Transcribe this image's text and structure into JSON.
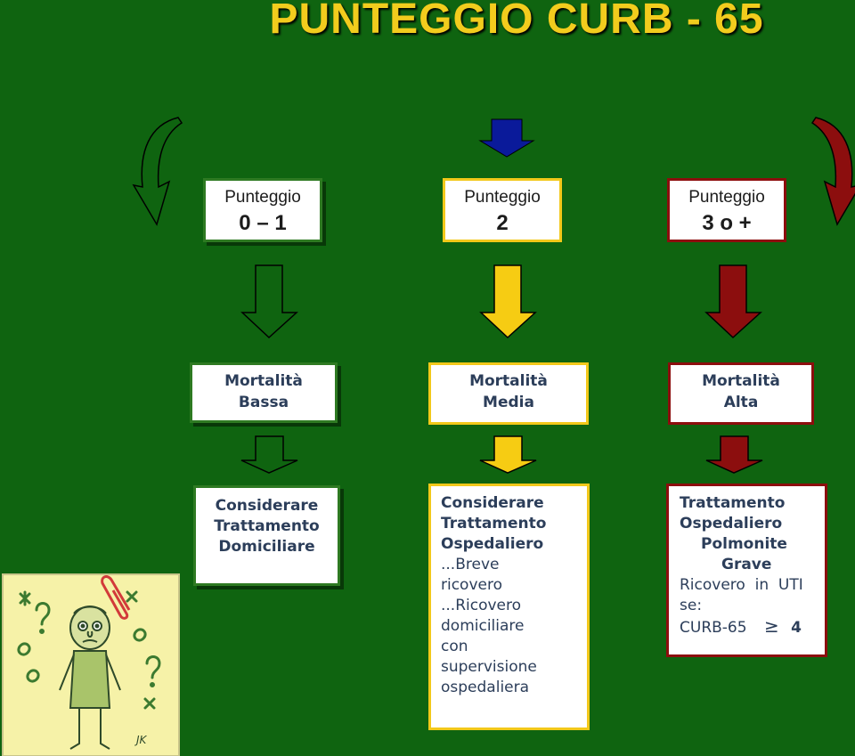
{
  "title": "PUNTEGGIO CURB - 65",
  "scores": [
    {
      "label": "Punteggio",
      "value": "0 – 1"
    },
    {
      "label": "Punteggio",
      "value": "2"
    },
    {
      "label": "Punteggio",
      "value": "3 o +"
    }
  ],
  "mortality": [
    {
      "line1": "Mortalità",
      "line2": "Bassa"
    },
    {
      "line1": "Mortalità",
      "line2": "Media"
    },
    {
      "line1": "Mortalità",
      "line2": "Alta"
    }
  ],
  "treatment_low": {
    "lines": [
      "Considerare",
      "Trattamento",
      "Domiciliare"
    ]
  },
  "treatment_mid": {
    "bold_lines": [
      "Considerare",
      "Trattamento",
      "Ospedaliero"
    ],
    "lines": [
      "...Breve",
      "ricovero",
      "...Ricovero",
      "domiciliare",
      "con",
      "supervisione",
      "ospedaliera"
    ]
  },
  "treatment_high": {
    "bold_lines": [
      "Trattamento",
      "Ospedaliero",
      "Polmonite",
      "Grave"
    ],
    "line_ricovero": "Ricovero  in  UTI",
    "line_se": "se:",
    "curb_label": "CURB-65",
    "curb_symbol": "≥",
    "curb_value": "4"
  },
  "colors": {
    "background": "#0f6410",
    "low": "#2e7a22",
    "mid": "#f2c81a",
    "high": "#8c0e0e",
    "top_mid_arrow": "#0a1a9a",
    "title": "#f2cc1d"
  },
  "icons": [
    "confused-man-sticky-note-icon",
    "paperclip-icon"
  ]
}
